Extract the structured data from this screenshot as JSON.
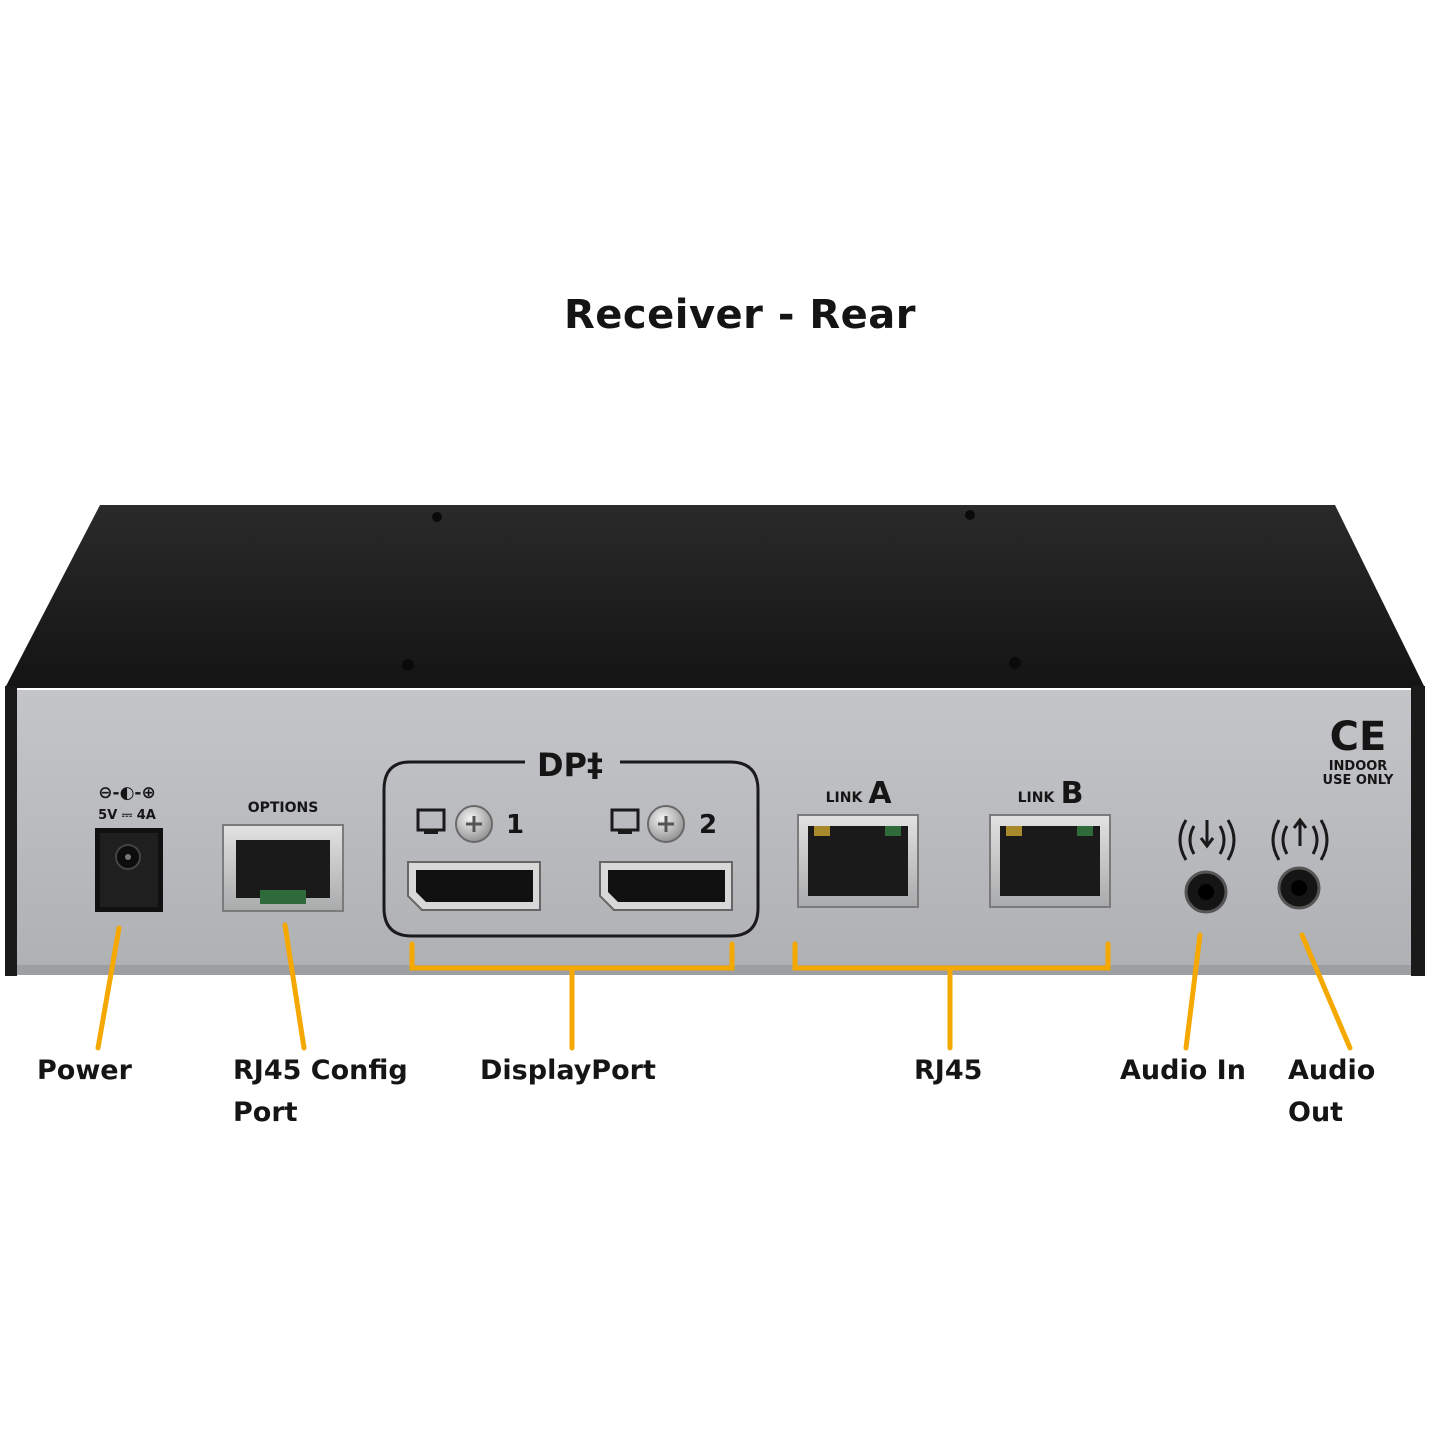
{
  "title": "Receiver - Rear",
  "colors": {
    "accent": "#f5a800",
    "chassis_top": "#222222",
    "panel": "#b9bbbe",
    "port_metal": "#c9cacb"
  },
  "panel": {
    "power_symbol": "⊖-◐-⊕",
    "power_rating": "5V ⎓ 4A",
    "options_label": "OPTIONS",
    "dp_label": "DP‡",
    "dp_port_numbers": [
      "1",
      "2"
    ],
    "link_prefix": "LINK",
    "link_a": "A",
    "link_b": "B",
    "ce_mark": "CE",
    "indoor_line1": "INDOOR",
    "indoor_line2": "USE ONLY"
  },
  "callouts": {
    "power": "Power",
    "rj45_config_line1": "RJ45 Config",
    "rj45_config_line2": "Port",
    "displayport": "DisplayPort",
    "rj45": "RJ45",
    "audio_in": "Audio In",
    "audio_out": "Audio Out"
  }
}
